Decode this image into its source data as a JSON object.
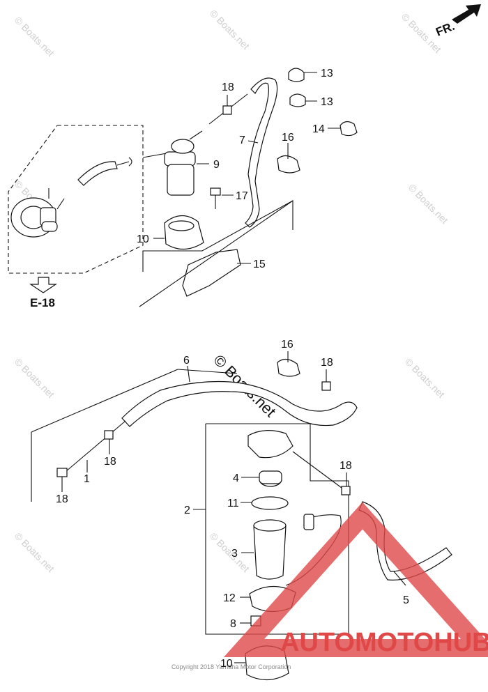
{
  "diagram": {
    "direction_label": "FR.",
    "ref_label": "E-18",
    "watermark_text": "© Boats.net",
    "center_watermark": "© Boats.net",
    "copyright": "Copyright 2018 Yamaha Motor Corporation",
    "brand_logo": "AUTOMOTOHUB",
    "callouts": {
      "c13a": "13",
      "c13b": "13",
      "c14": "14",
      "c16a": "16",
      "c18a": "18",
      "c7": "7",
      "c9": "9",
      "c17": "17",
      "c10a": "10",
      "c15": "15",
      "c16b": "16",
      "c18b": "18",
      "c6": "6",
      "c18c": "18",
      "c1": "1",
      "c18d": "18",
      "c18e": "18",
      "c4": "4",
      "c11": "11",
      "c2": "2",
      "c3": "3",
      "c12": "12",
      "c8": "8",
      "c10b": "10",
      "c5": "5"
    }
  }
}
